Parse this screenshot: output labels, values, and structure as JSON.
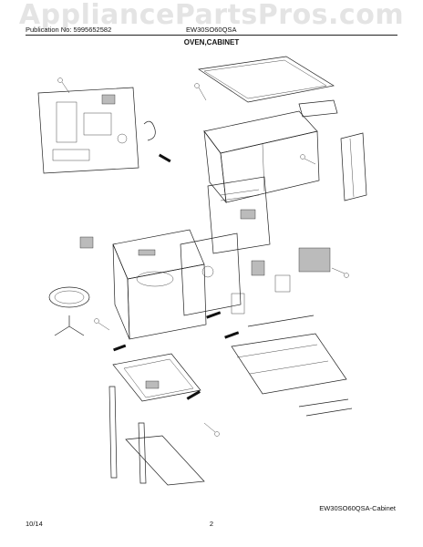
{
  "watermark": "AppliancePartsPros.com",
  "header": {
    "publication_label": "Publication No: 5995652582",
    "model_number": "EW30SO60QSA"
  },
  "section_title": "OVEN,CABINET",
  "figure_caption": "EW30SO60QSA-Cabinet",
  "footer": {
    "date": "10/14",
    "page_number": "2"
  }
}
